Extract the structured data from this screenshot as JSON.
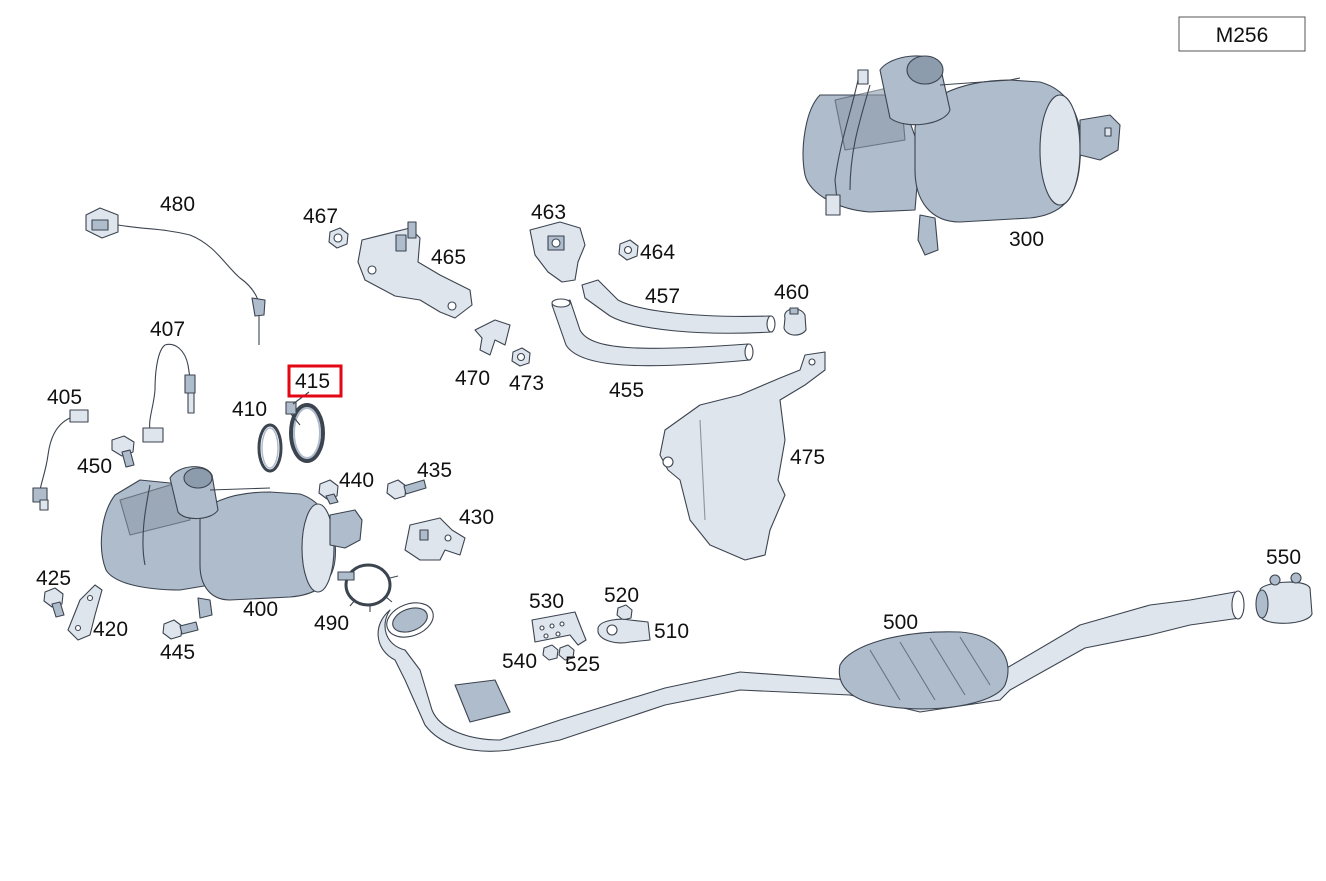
{
  "model_code": "M256",
  "highlight_color": "#e30613",
  "highlighted_part": "415",
  "parts": [
    {
      "id": "300",
      "label": "300"
    },
    {
      "id": "400",
      "label": "400"
    },
    {
      "id": "405",
      "label": "405"
    },
    {
      "id": "407",
      "label": "407"
    },
    {
      "id": "410",
      "label": "410"
    },
    {
      "id": "415",
      "label": "415"
    },
    {
      "id": "420",
      "label": "420"
    },
    {
      "id": "425",
      "label": "425"
    },
    {
      "id": "430",
      "label": "430"
    },
    {
      "id": "435",
      "label": "435"
    },
    {
      "id": "440",
      "label": "440"
    },
    {
      "id": "445",
      "label": "445"
    },
    {
      "id": "450",
      "label": "450"
    },
    {
      "id": "455",
      "label": "455"
    },
    {
      "id": "457",
      "label": "457"
    },
    {
      "id": "460",
      "label": "460"
    },
    {
      "id": "463",
      "label": "463"
    },
    {
      "id": "464",
      "label": "464"
    },
    {
      "id": "465",
      "label": "465"
    },
    {
      "id": "467",
      "label": "467"
    },
    {
      "id": "470",
      "label": "470"
    },
    {
      "id": "473",
      "label": "473"
    },
    {
      "id": "475",
      "label": "475"
    },
    {
      "id": "480",
      "label": "480"
    },
    {
      "id": "490",
      "label": "490"
    },
    {
      "id": "500",
      "label": "500"
    },
    {
      "id": "510",
      "label": "510"
    },
    {
      "id": "520",
      "label": "520"
    },
    {
      "id": "525",
      "label": "525"
    },
    {
      "id": "530",
      "label": "530"
    },
    {
      "id": "540",
      "label": "540"
    },
    {
      "id": "550",
      "label": "550"
    }
  ]
}
